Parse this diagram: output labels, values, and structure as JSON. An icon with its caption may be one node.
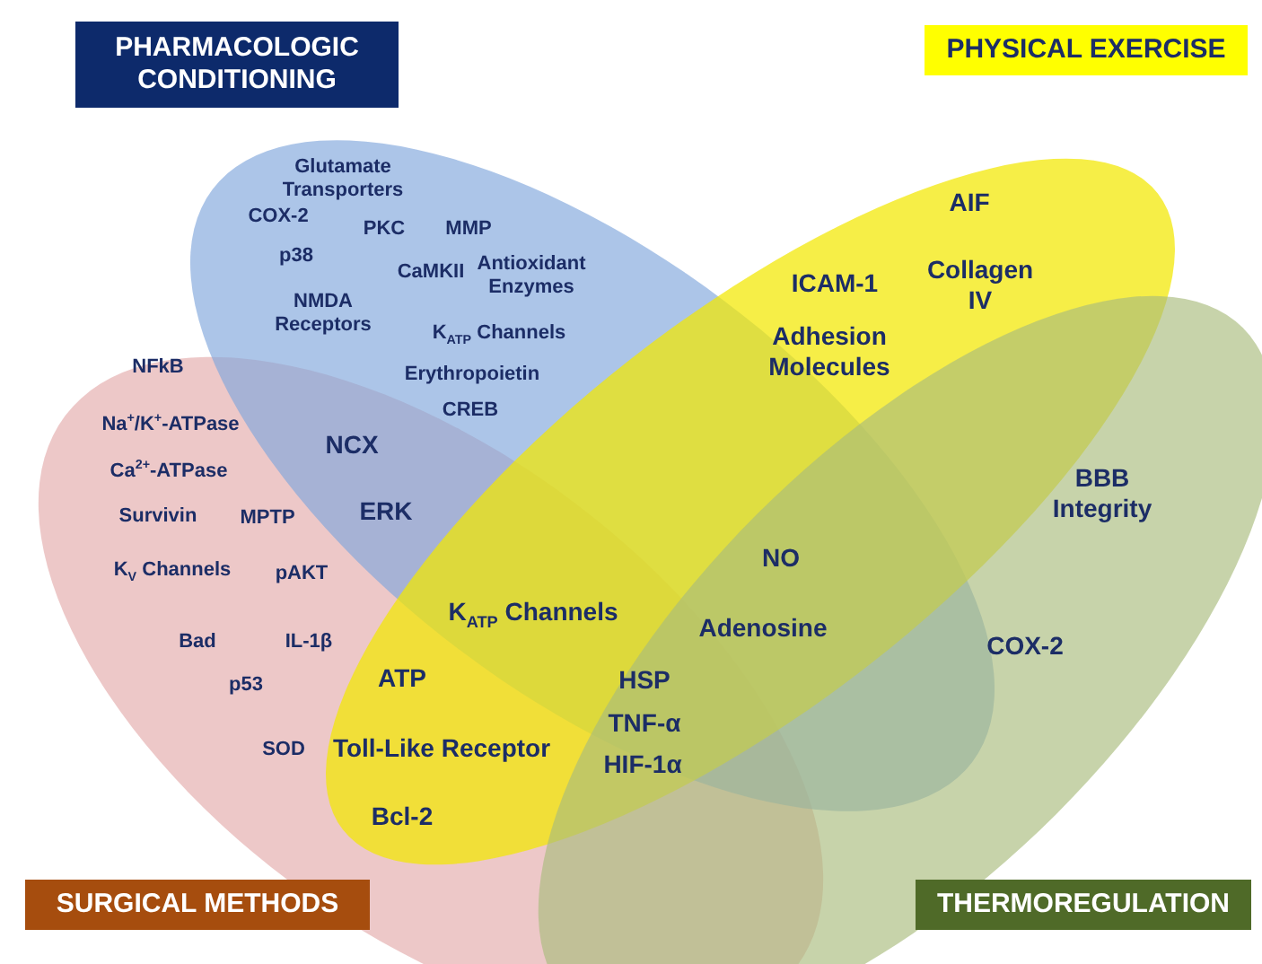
{
  "diagram": {
    "nodes": [
      {
        "text": [
          "PHARMACOLOGIC CONDITIONING"
        ]
      },
      {
        "text": [
          "PHYSICAL EXERCISE"
        ]
      },
      {
        "text": [
          "SURGICAL METHODS"
        ]
      },
      {
        "text": [
          "THERMOREGULATION"
        ]
      }
    ],
    "edges": [],
    "labels": [
      "Glutamate Transporters",
      "AIF",
      "COX-2",
      "PKC",
      "MMP",
      "p38",
      "CaMKII",
      "Antioxidant Enzymes",
      "ICAM-1",
      "Collagen IV",
      "NMDA Receptors",
      "K$_{ATP}$ Channels",
      "Adhesion Molecules",
      "NFkB",
      "Erythropoietin",
      "CREB",
      "Na$^{+}$/K$^{+}$-ATPase",
      "NCX",
      "Ca$^{2+}$-ATPase",
      "BBB Integrity",
      "Survivin",
      "MPTP",
      "ERK",
      "NO",
      "K$_{V}$ Channels",
      "pAKT",
      "K$_{ATP}$ Channels",
      "Adenosine",
      "Bad",
      "IL-1β",
      "COX-2",
      "p53",
      "ATP",
      "HSP",
      "TNF-α",
      "SOD",
      "Toll-Like Receptor",
      "HIF-1α",
      "Bcl-2"
    ]
  }
}
